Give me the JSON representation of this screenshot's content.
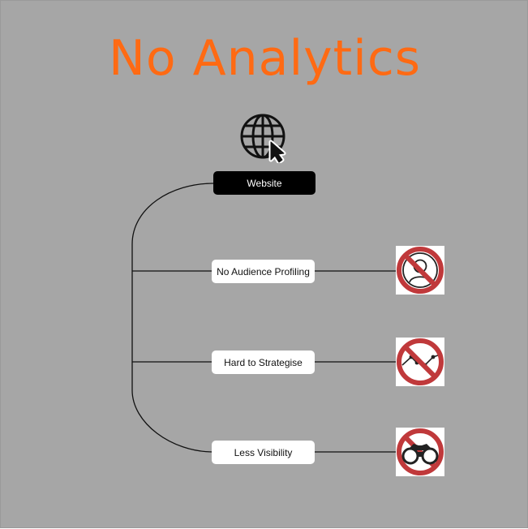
{
  "title": "No Analytics",
  "colors": {
    "background": "#a6a6a6",
    "title": "#ff6a13",
    "ban": "#c0393b",
    "node_fill": "#ffffff",
    "root_fill": "#000000"
  },
  "root": {
    "label": "Website",
    "icon": "globe-cursor-icon"
  },
  "branches": [
    {
      "label": "No Audience Profiling",
      "icon": "no-person-icon"
    },
    {
      "label": "Hard to Strategise",
      "icon": "no-line-chart-icon"
    },
    {
      "label": "Less Visibility",
      "icon": "no-binoculars-icon"
    }
  ]
}
